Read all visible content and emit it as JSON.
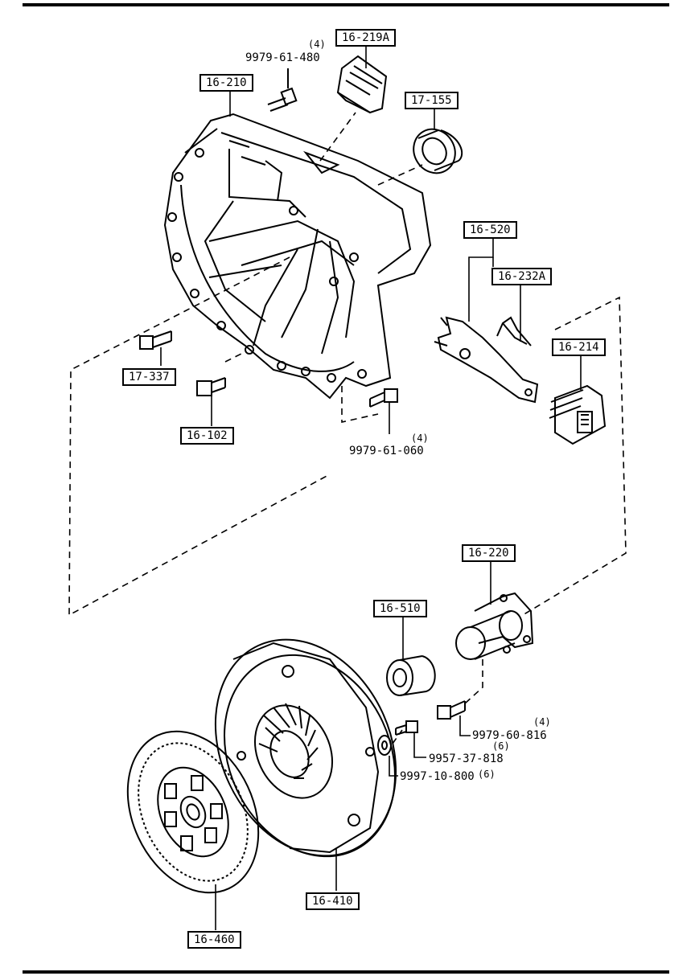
{
  "callouts": {
    "p16_219A": "16-219A",
    "p16_210": "16-210",
    "p17_155": "17-155",
    "p16_520": "16-520",
    "p16_232A": "16-232A",
    "p16_214": "16-214",
    "p17_337": "17-337",
    "p16_102": "16-102",
    "p16_220": "16-220",
    "p16_510": "16-510",
    "p16_410": "16-410",
    "p16_460": "16-460"
  },
  "bolts": {
    "b9979_61_480": {
      "part": "9979-61-480",
      "qty": "(4)"
    },
    "b9979_61_060": {
      "part": "9979-61-060",
      "qty": "(4)"
    },
    "b9979_60_816": {
      "part": "9979-60-816",
      "qty": "(4)"
    },
    "b9957_37_818": {
      "part": "9957-37-818",
      "qty": "(6)"
    },
    "b9997_10_800": {
      "part": "9997-10-800",
      "qty": "(6)"
    }
  },
  "colors": {
    "ink": "#000000",
    "paper": "#ffffff"
  }
}
